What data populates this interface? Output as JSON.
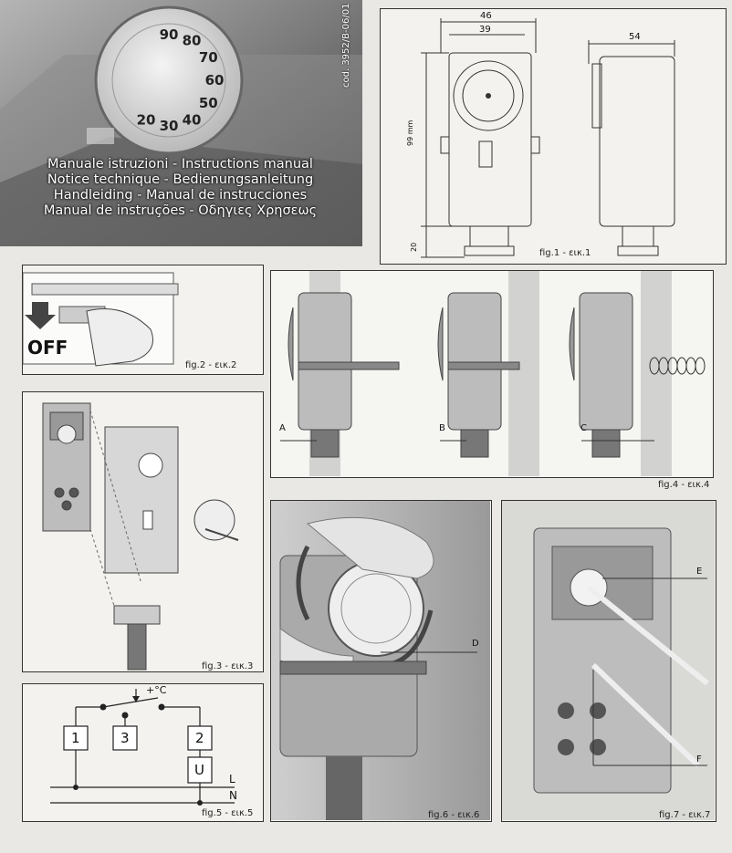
{
  "cover": {
    "lines": [
      "Manuale istruzioni - Instructions manual",
      "Notice technique - Bedienungsanleitung",
      "Handleiding - Manual de instrucciones",
      "Manual de instruções - Οδηγιες Χρησεως"
    ],
    "code": "cod. 3952/B-06/01",
    "dial_numbers": [
      "20",
      "30",
      "40",
      "50",
      "60",
      "70",
      "80",
      "90"
    ]
  },
  "fig1": {
    "caption": "fig.1 - εικ.1",
    "dim_width_total": "46",
    "dim_width_inner": "39",
    "dim_depth": "54",
    "dim_height": "99 mm",
    "dim_base": "20"
  },
  "fig2": {
    "caption": "fig.2 - εικ.2",
    "off_label": "OFF"
  },
  "fig3": {
    "caption": "fig.3 - εικ.3"
  },
  "fig4": {
    "caption": "fig.4 - εικ.4",
    "labels": [
      "A",
      "B",
      "C"
    ]
  },
  "fig5": {
    "caption": "fig.5 - εικ.5",
    "temp_label": "+°C",
    "terminals": [
      "1",
      "3",
      "2",
      "U"
    ],
    "line_L": "L",
    "line_N": "N"
  },
  "fig6": {
    "caption": "fig.6 - εικ.6",
    "label": "D"
  },
  "fig7": {
    "caption": "fig.7 - εικ.7",
    "label_e": "E",
    "label_f": "F"
  }
}
